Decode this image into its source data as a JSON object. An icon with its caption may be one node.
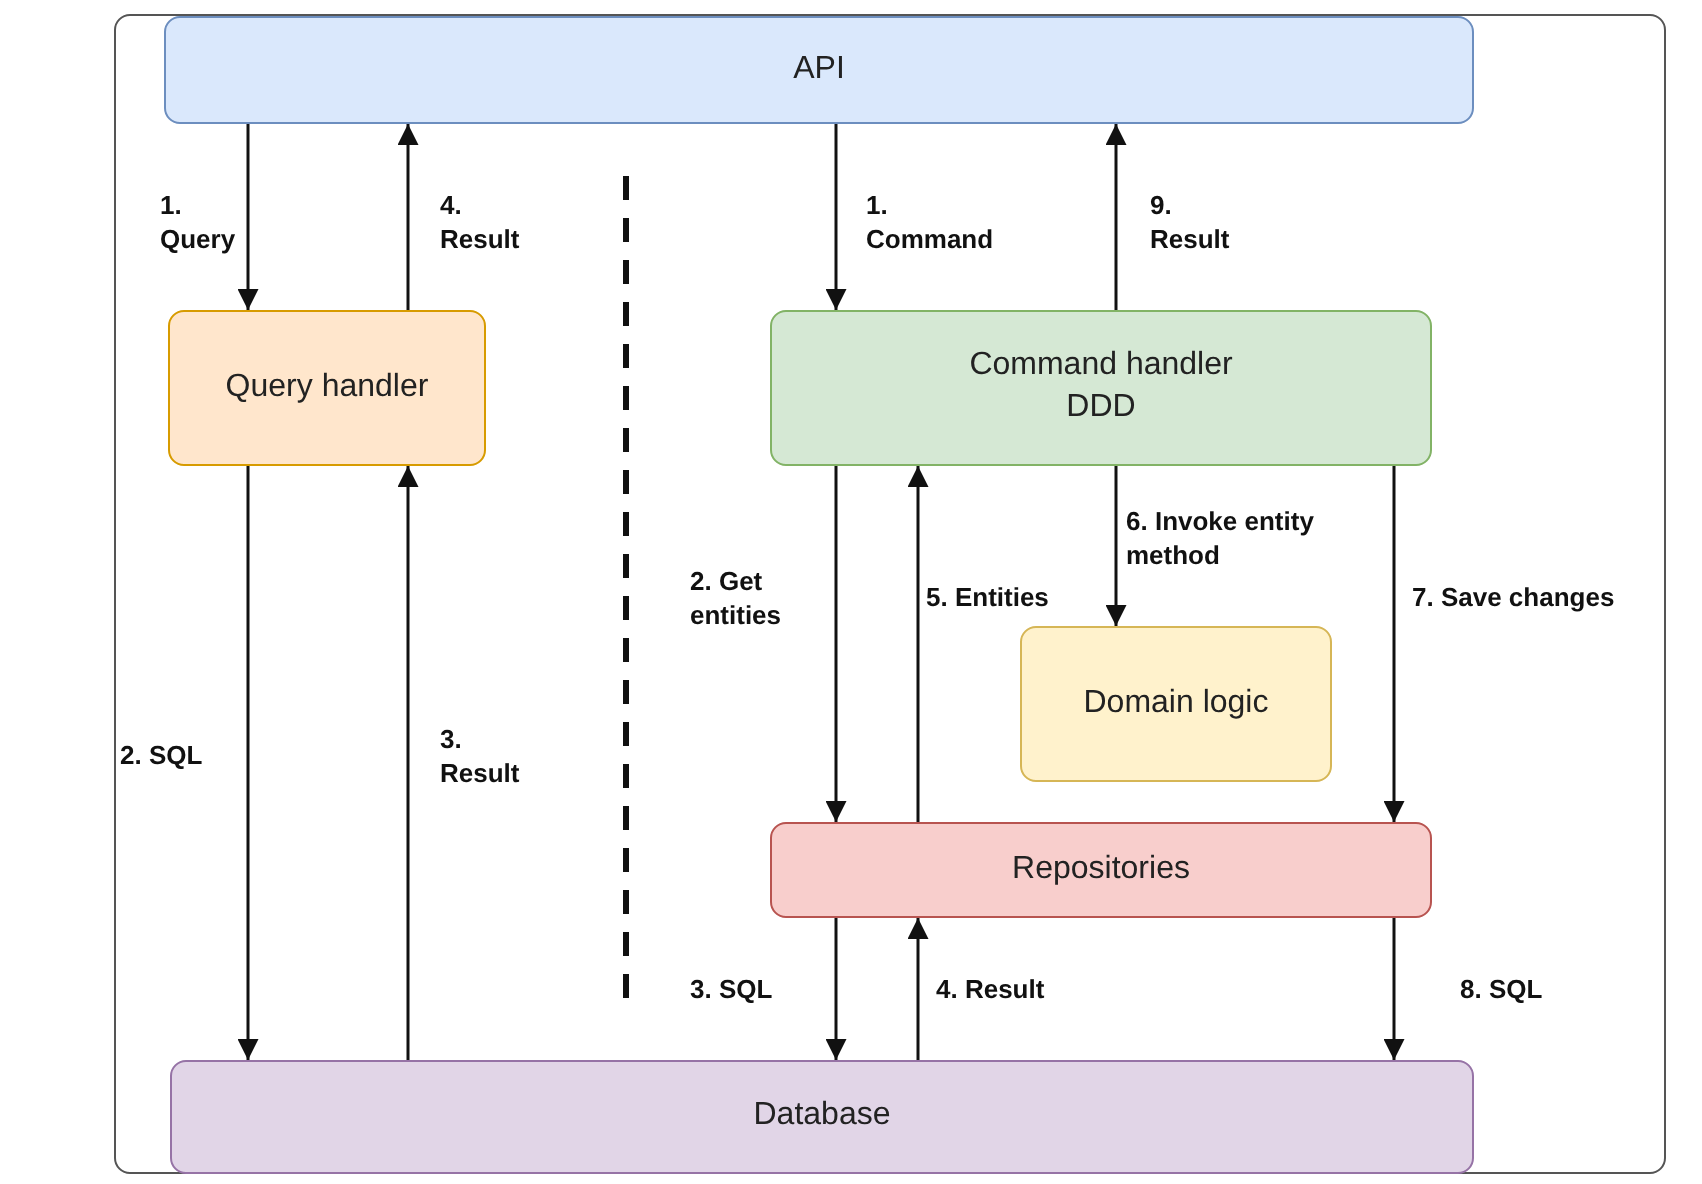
{
  "diagram": {
    "nodes": [
      {
        "text": [
          "API"
        ]
      },
      {
        "text": [
          "Query handler"
        ]
      },
      {
        "text": [
          "Command handler DDD"
        ]
      },
      {
        "text": [
          "Domain logic"
        ]
      },
      {
        "text": [
          "Repositories"
        ]
      },
      {
        "text": [
          "Database"
        ]
      }
    ],
    "edges": [
      {
        "from": 0,
        "to": 1,
        "arrow": "to",
        "label": "1. Query"
      },
      {
        "from": 1,
        "to": 0,
        "arrow": "to",
        "label": "4. Result"
      },
      {
        "from": 0,
        "to": 2,
        "arrow": "to",
        "label": "1. Command"
      },
      {
        "from": 2,
        "to": 0,
        "arrow": "to",
        "label": "9. Result"
      },
      {
        "from": 1,
        "to": 5,
        "arrow": "to",
        "label": "2. SQL"
      },
      {
        "from": 5,
        "to": 1,
        "arrow": "to",
        "label": "3. Result"
      },
      {
        "from": 2,
        "to": 4,
        "arrow": "to",
        "label": "2. Get entities"
      },
      {
        "from": 4,
        "to": 2,
        "arrow": "to",
        "label": "5. Entities"
      },
      {
        "from": 2,
        "to": 3,
        "arrow": "to",
        "label": "6. Invoke entity method"
      },
      {
        "from": 2,
        "to": 4,
        "arrow": "to",
        "label": "7. Save changes"
      },
      {
        "from": 4,
        "to": 5,
        "arrow": "to",
        "label": "3. SQL"
      },
      {
        "from": 5,
        "to": 4,
        "arrow": "to",
        "label": "4. Result"
      },
      {
        "from": 4,
        "to": 5,
        "arrow": "to",
        "label": "8. SQL"
      }
    ]
  }
}
